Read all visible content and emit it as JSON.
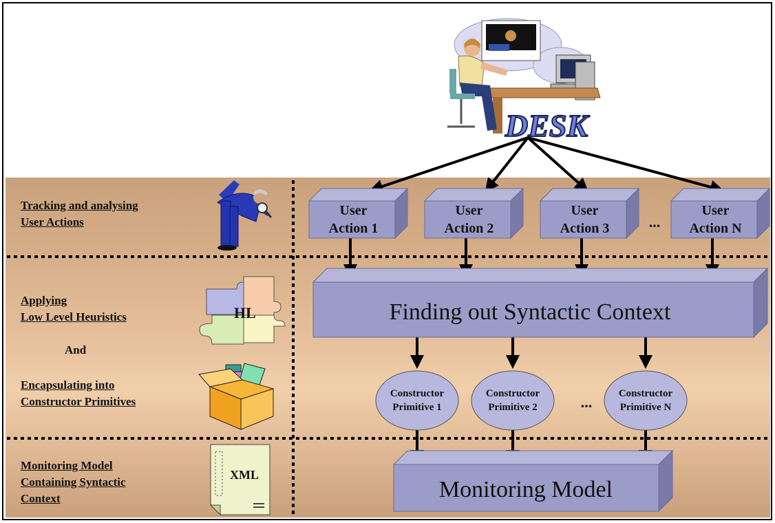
{
  "left_labels": {
    "tracking": [
      "Tracking  and analysing",
      "User Actions"
    ],
    "applying": [
      "Applying",
      "Low Level Heuristics"
    ],
    "and": "And",
    "encapsulating": [
      "Encapsulating into",
      "Constructor Primitives"
    ],
    "monitoring": [
      "Monitoring Model",
      "Containing Syntactic",
      "Context"
    ]
  },
  "desk_logo_text": "DESK",
  "puzzle_text": "HL",
  "xml_doc_text": "XML",
  "user_actions": [
    {
      "line1": "User",
      "line2": "Action 1"
    },
    {
      "line1": "User",
      "line2": "Action 2"
    },
    {
      "line1": "User",
      "line2": "Action 3"
    },
    {
      "line1": "User",
      "line2": "Action N"
    }
  ],
  "user_actions_ellipsis": "...",
  "syntactic_box": "Finding out Syntactic Context",
  "constructor_primitives": [
    {
      "line1": "Constructor",
      "line2": "Primitive 1"
    },
    {
      "line1": "Constructor",
      "line2": "Primitive 2"
    },
    {
      "line1": "Constructor",
      "line2": "Primitive N"
    }
  ],
  "constructor_ellipsis": "...",
  "monitoring_box": "Monitoring Model",
  "colors": {
    "box_front": "#9c9cc8",
    "box_top": "#b6b6da",
    "box_side": "#7a7aa8",
    "ellipse_fill": "#b8b8de",
    "band_mid": "#f0cfaa",
    "band_edge": "#c9a27d"
  }
}
